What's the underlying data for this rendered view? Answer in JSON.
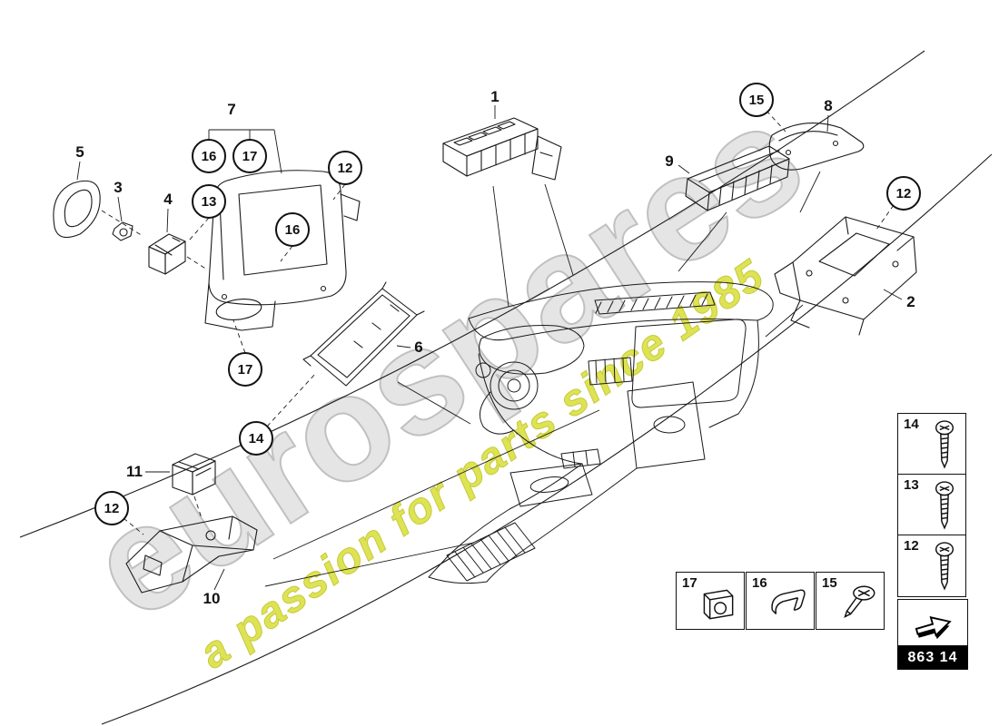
{
  "watermark": {
    "brand": "eurospares",
    "tagline": "a passion for parts since 1985"
  },
  "colors": {
    "line": "#1a1a1a",
    "wm-fill": "#d6d6d6",
    "wm-stroke": "#9b9b9b",
    "tagline": "#dde24b"
  },
  "part_code": {
    "label": "863 14"
  },
  "callouts": [
    {
      "label": "1",
      "style": "plain"
    },
    {
      "label": "5",
      "style": "plain"
    },
    {
      "label": "3",
      "style": "plain"
    },
    {
      "label": "4",
      "style": "plain"
    },
    {
      "label": "13",
      "style": "circled"
    },
    {
      "label": "7",
      "style": "plain"
    },
    {
      "label": "16",
      "style": "circled"
    },
    {
      "label": "17",
      "style": "circled"
    },
    {
      "label": "12",
      "style": "circled"
    },
    {
      "label": "16",
      "style": "circled"
    },
    {
      "label": "17",
      "style": "circled"
    },
    {
      "label": "14",
      "style": "circled"
    },
    {
      "label": "6",
      "style": "plain"
    },
    {
      "label": "9",
      "style": "plain"
    },
    {
      "label": "15",
      "style": "circled"
    },
    {
      "label": "8",
      "style": "plain"
    },
    {
      "label": "12",
      "style": "circled"
    },
    {
      "label": "2",
      "style": "plain"
    },
    {
      "label": "11",
      "style": "plain"
    },
    {
      "label": "12",
      "style": "circled"
    },
    {
      "label": "10",
      "style": "plain"
    }
  ],
  "legend_right": {
    "items": [
      {
        "label": "14",
        "icon": "pan-head-screw-icon"
      },
      {
        "label": "13",
        "icon": "pan-head-screw-icon"
      },
      {
        "label": "12",
        "icon": "pan-head-screw-icon"
      }
    ]
  },
  "legend_bottom": {
    "items": [
      {
        "label": "17",
        "icon": "clip-nut-icon"
      },
      {
        "label": "16",
        "icon": "spring-clip-icon"
      },
      {
        "label": "15",
        "icon": "countersunk-screw-icon"
      }
    ]
  }
}
